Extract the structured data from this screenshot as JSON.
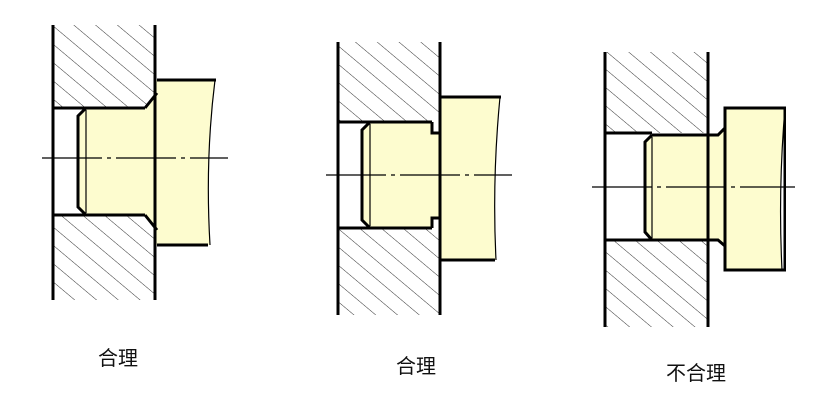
{
  "colors": {
    "part_fill": "#fdfccf",
    "line": "#000000",
    "hatch": "#333333"
  },
  "panels": [
    {
      "label": "合理"
    },
    {
      "label": "合理"
    },
    {
      "label": "不合理"
    }
  ]
}
